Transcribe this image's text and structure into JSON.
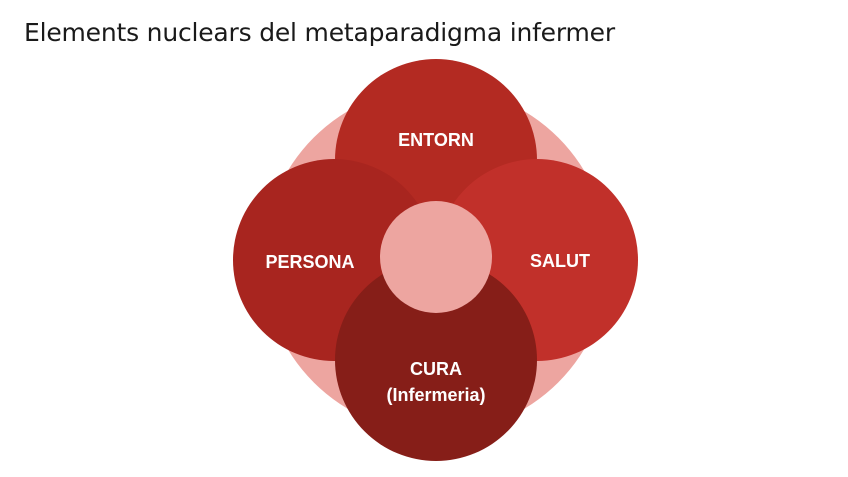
{
  "title": "Elements nuclears del metaparadigma infermer",
  "colors": {
    "background_circle": "#eda5a0",
    "entorn": "#b32a22",
    "persona": "#a8251f",
    "salut": "#c1302a",
    "cura": "#861e18",
    "center": "#eda5a0"
  },
  "circles": {
    "entorn": "ENTORN",
    "persona": "PERSONA",
    "salut": "SALUT",
    "cura_line1": "CURA",
    "cura_line2": "(Infermeria)"
  }
}
